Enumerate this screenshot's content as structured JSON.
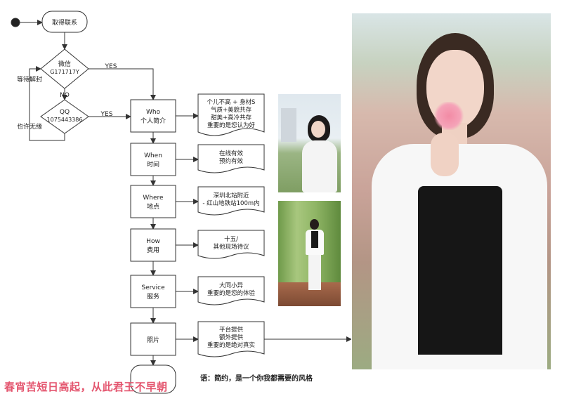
{
  "flowchart": {
    "start_box": "取得联系",
    "wechat": [
      "微信",
      "G171717Y"
    ],
    "qq": [
      "QQ",
      "1075443386"
    ],
    "yes1": "YES",
    "yes2": "YES",
    "no": "NO",
    "wait": "等待解封",
    "fate": "也许无缘",
    "steps": [
      {
        "title": "Who",
        "sub": "个人简介",
        "note": [
          "个儿不高 + 身材S",
          "气质+美貌共存",
          "甜美+高冷共存",
          "重要的是您认为好"
        ]
      },
      {
        "title": "When",
        "sub": "时间",
        "note": [
          "在线有效",
          "预约有效"
        ]
      },
      {
        "title": "Where",
        "sub": "地点",
        "note": [
          "深圳北站附近",
          "- 红山地铁站100m内"
        ]
      },
      {
        "title": "How",
        "sub": "费用",
        "note": [
          "十五/",
          "其他现场待议"
        ]
      },
      {
        "title": "Service",
        "sub": "服务",
        "note": [
          "大同小异",
          "重要的是您的体验"
        ]
      },
      {
        "title": "",
        "sub": "照片",
        "note": [
          "平台提供",
          "额外提供",
          "重要的是绝对真实"
        ]
      }
    ]
  },
  "caption": "语：简约，是一个你我都需要的风格",
  "poem": "春宵苦短日高起，从此君王不早朝",
  "photos": {
    "photo1": "photo-woman-sitting-grass",
    "photo2": "photo-woman-standing-bamboo",
    "photo3": "photo-woman-holding-flower"
  }
}
